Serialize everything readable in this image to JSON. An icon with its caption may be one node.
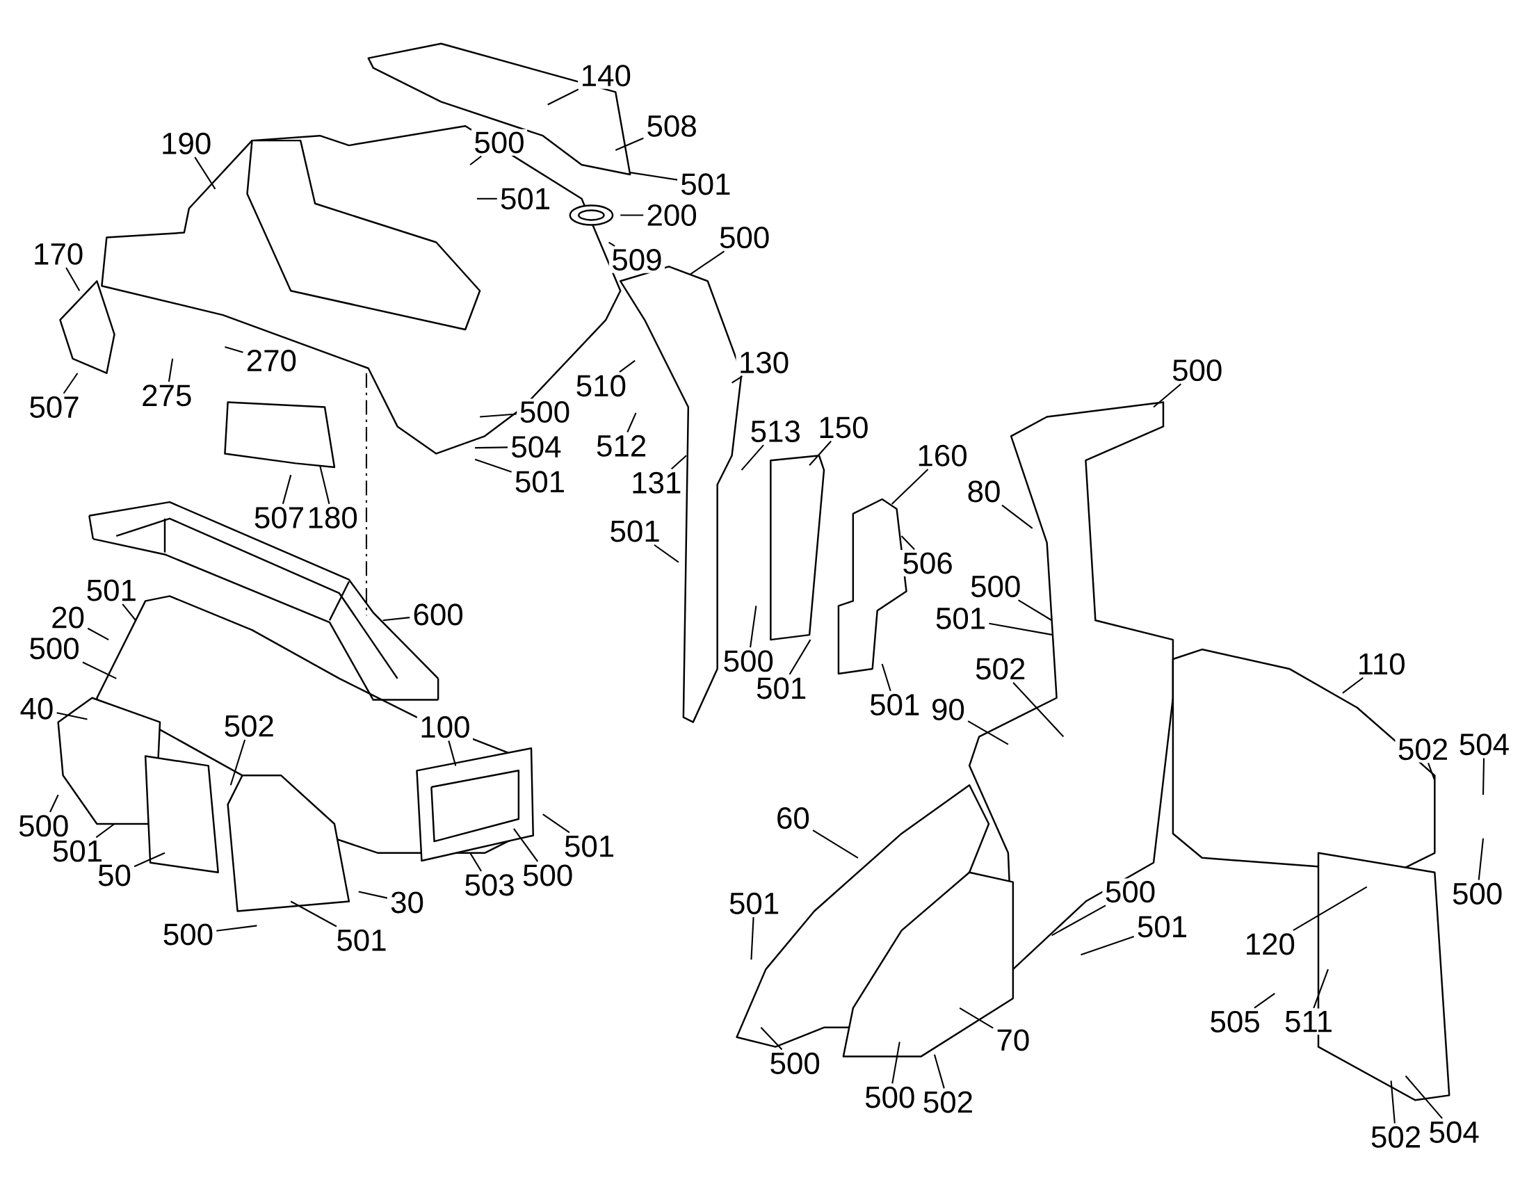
{
  "diagram": {
    "nodes": [
      {
        "text": [
          "140"
        ]
      },
      {
        "text": [
          "508"
        ]
      },
      {
        "text": [
          "190"
        ]
      },
      {
        "text": [
          "500"
        ]
      },
      {
        "text": [
          "501"
        ]
      },
      {
        "text": [
          "501"
        ]
      },
      {
        "text": [
          "200"
        ]
      },
      {
        "text": [
          "509"
        ]
      },
      {
        "text": [
          "500"
        ]
      },
      {
        "text": [
          "170"
        ]
      },
      {
        "text": [
          "270"
        ]
      },
      {
        "text": [
          "275"
        ]
      },
      {
        "text": [
          "507"
        ]
      },
      {
        "text": [
          "130"
        ]
      },
      {
        "text": [
          "510"
        ]
      },
      {
        "text": [
          "500"
        ]
      },
      {
        "text": [
          "512"
        ]
      },
      {
        "text": [
          "131"
        ]
      },
      {
        "text": [
          "504"
        ]
      },
      {
        "text": [
          "513"
        ]
      },
      {
        "text": [
          "150"
        ]
      },
      {
        "text": [
          "501"
        ]
      },
      {
        "text": [
          "507"
        ]
      },
      {
        "text": [
          "180"
        ]
      },
      {
        "text": [
          "160"
        ]
      },
      {
        "text": [
          "80"
        ]
      },
      {
        "text": [
          "501"
        ]
      },
      {
        "text": [
          "506"
        ]
      },
      {
        "text": [
          "500"
        ]
      },
      {
        "text": [
          "600"
        ]
      },
      {
        "text": [
          "501"
        ]
      },
      {
        "text": [
          "20"
        ]
      },
      {
        "text": [
          "501"
        ]
      },
      {
        "text": [
          "500"
        ]
      },
      {
        "text": [
          "500"
        ]
      },
      {
        "text": [
          "502"
        ]
      },
      {
        "text": [
          "110"
        ]
      },
      {
        "text": [
          "500"
        ]
      },
      {
        "text": [
          "501"
        ]
      },
      {
        "text": [
          "501"
        ]
      },
      {
        "text": [
          "40"
        ]
      },
      {
        "text": [
          "90"
        ]
      },
      {
        "text": [
          "100"
        ]
      },
      {
        "text": [
          "502"
        ]
      },
      {
        "text": [
          "502"
        ]
      },
      {
        "text": [
          "504"
        ]
      },
      {
        "text": [
          "500"
        ]
      },
      {
        "text": [
          "501"
        ]
      },
      {
        "text": [
          "60"
        ]
      },
      {
        "text": [
          "501"
        ]
      },
      {
        "text": [
          "50"
        ]
      },
      {
        "text": [
          "503"
        ]
      },
      {
        "text": [
          "500"
        ]
      },
      {
        "text": [
          "30"
        ]
      },
      {
        "text": [
          "500"
        ]
      },
      {
        "text": [
          "500"
        ]
      },
      {
        "text": [
          "501"
        ]
      },
      {
        "text": [
          "501"
        ]
      },
      {
        "text": [
          "500"
        ]
      },
      {
        "text": [
          "501"
        ]
      },
      {
        "text": [
          "120"
        ]
      },
      {
        "text": [
          "505"
        ]
      },
      {
        "text": [
          "511"
        ]
      },
      {
        "text": [
          "70"
        ]
      },
      {
        "text": [
          "500"
        ]
      },
      {
        "text": [
          "500"
        ]
      },
      {
        "text": [
          "502"
        ]
      },
      {
        "text": [
          "502"
        ]
      },
      {
        "text": [
          "504"
        ]
      }
    ],
    "edges": [
      {
        "from": 0,
        "to": null,
        "arrow": "none"
      },
      {
        "from": 1,
        "to": null,
        "arrow": "none"
      },
      {
        "from": 2,
        "to": null,
        "arrow": "none"
      },
      {
        "from": 3,
        "to": null,
        "arrow": "none"
      },
      {
        "from": 4,
        "to": null,
        "arrow": "none"
      },
      {
        "from": 5,
        "to": null,
        "arrow": "none"
      },
      {
        "from": 6,
        "to": null,
        "arrow": "none"
      },
      {
        "from": 7,
        "to": null,
        "arrow": "none"
      },
      {
        "from": 8,
        "to": null,
        "arrow": "none"
      },
      {
        "from": 9,
        "to": null,
        "arrow": "none"
      },
      {
        "from": 10,
        "to": null,
        "arrow": "none"
      },
      {
        "from": 11,
        "to": null,
        "arrow": "none"
      },
      {
        "from": 12,
        "to": null,
        "arrow": "none"
      },
      {
        "from": 13,
        "to": null,
        "arrow": "none"
      },
      {
        "from": 14,
        "to": null,
        "arrow": "none"
      },
      {
        "from": 15,
        "to": null,
        "arrow": "none"
      },
      {
        "from": 16,
        "to": null,
        "arrow": "none"
      },
      {
        "from": 17,
        "to": null,
        "arrow": "none"
      },
      {
        "from": 18,
        "to": null,
        "arrow": "none"
      },
      {
        "from": 19,
        "to": null,
        "arrow": "none"
      },
      {
        "from": 20,
        "to": null,
        "arrow": "none"
      },
      {
        "from": 21,
        "to": null,
        "arrow": "none"
      },
      {
        "from": 22,
        "to": null,
        "arrow": "none"
      },
      {
        "from": 23,
        "to": null,
        "arrow": "none"
      },
      {
        "from": 24,
        "to": null,
        "arrow": "none"
      },
      {
        "from": 25,
        "to": null,
        "arrow": "none"
      },
      {
        "from": 26,
        "to": null,
        "arrow": "none"
      },
      {
        "from": 27,
        "to": null,
        "arrow": "none"
      },
      {
        "from": 28,
        "to": null,
        "arrow": "none"
      },
      {
        "from": 29,
        "to": null,
        "arrow": "none"
      },
      {
        "from": 30,
        "to": null,
        "arrow": "none"
      },
      {
        "from": 31,
        "to": null,
        "arrow": "none"
      },
      {
        "from": 32,
        "to": null,
        "arrow": "none"
      },
      {
        "from": 33,
        "to": null,
        "arrow": "none"
      },
      {
        "from": 34,
        "to": null,
        "arrow": "none"
      },
      {
        "from": 35,
        "to": null,
        "arrow": "none"
      },
      {
        "from": 36,
        "to": null,
        "arrow": "none"
      },
      {
        "from": 37,
        "to": null,
        "arrow": "none"
      },
      {
        "from": 38,
        "to": null,
        "arrow": "none"
      },
      {
        "from": 39,
        "to": null,
        "arrow": "none"
      },
      {
        "from": 40,
        "to": null,
        "arrow": "none"
      },
      {
        "from": 41,
        "to": null,
        "arrow": "none"
      },
      {
        "from": 42,
        "to": null,
        "arrow": "none"
      },
      {
        "from": 43,
        "to": null,
        "arrow": "none"
      },
      {
        "from": 44,
        "to": null,
        "arrow": "none"
      },
      {
        "from": 45,
        "to": null,
        "arrow": "none"
      },
      {
        "from": 46,
        "to": null,
        "arrow": "none"
      },
      {
        "from": 47,
        "to": null,
        "arrow": "none"
      },
      {
        "from": 48,
        "to": null,
        "arrow": "none"
      },
      {
        "from": 49,
        "to": null,
        "arrow": "none"
      },
      {
        "from": 50,
        "to": null,
        "arrow": "none"
      },
      {
        "from": 51,
        "to": null,
        "arrow": "none"
      },
      {
        "from": 52,
        "to": null,
        "arrow": "none"
      },
      {
        "from": 53,
        "to": null,
        "arrow": "none"
      },
      {
        "from": 54,
        "to": null,
        "arrow": "none"
      },
      {
        "from": 55,
        "to": null,
        "arrow": "none"
      },
      {
        "from": 56,
        "to": null,
        "arrow": "none"
      },
      {
        "from": 57,
        "to": null,
        "arrow": "none"
      },
      {
        "from": 58,
        "to": null,
        "arrow": "none"
      },
      {
        "from": 59,
        "to": null,
        "arrow": "none"
      },
      {
        "from": 60,
        "to": null,
        "arrow": "none"
      },
      {
        "from": 61,
        "to": null,
        "arrow": "none"
      },
      {
        "from": 62,
        "to": null,
        "arrow": "none"
      },
      {
        "from": 63,
        "to": null,
        "arrow": "none"
      },
      {
        "from": 64,
        "to": null,
        "arrow": "none"
      },
      {
        "from": 65,
        "to": null,
        "arrow": "none"
      },
      {
        "from": 66,
        "to": null,
        "arrow": "none"
      },
      {
        "from": 67,
        "to": null,
        "arrow": "none"
      },
      {
        "from": 68,
        "to": null,
        "arrow": "none"
      }
    ]
  }
}
